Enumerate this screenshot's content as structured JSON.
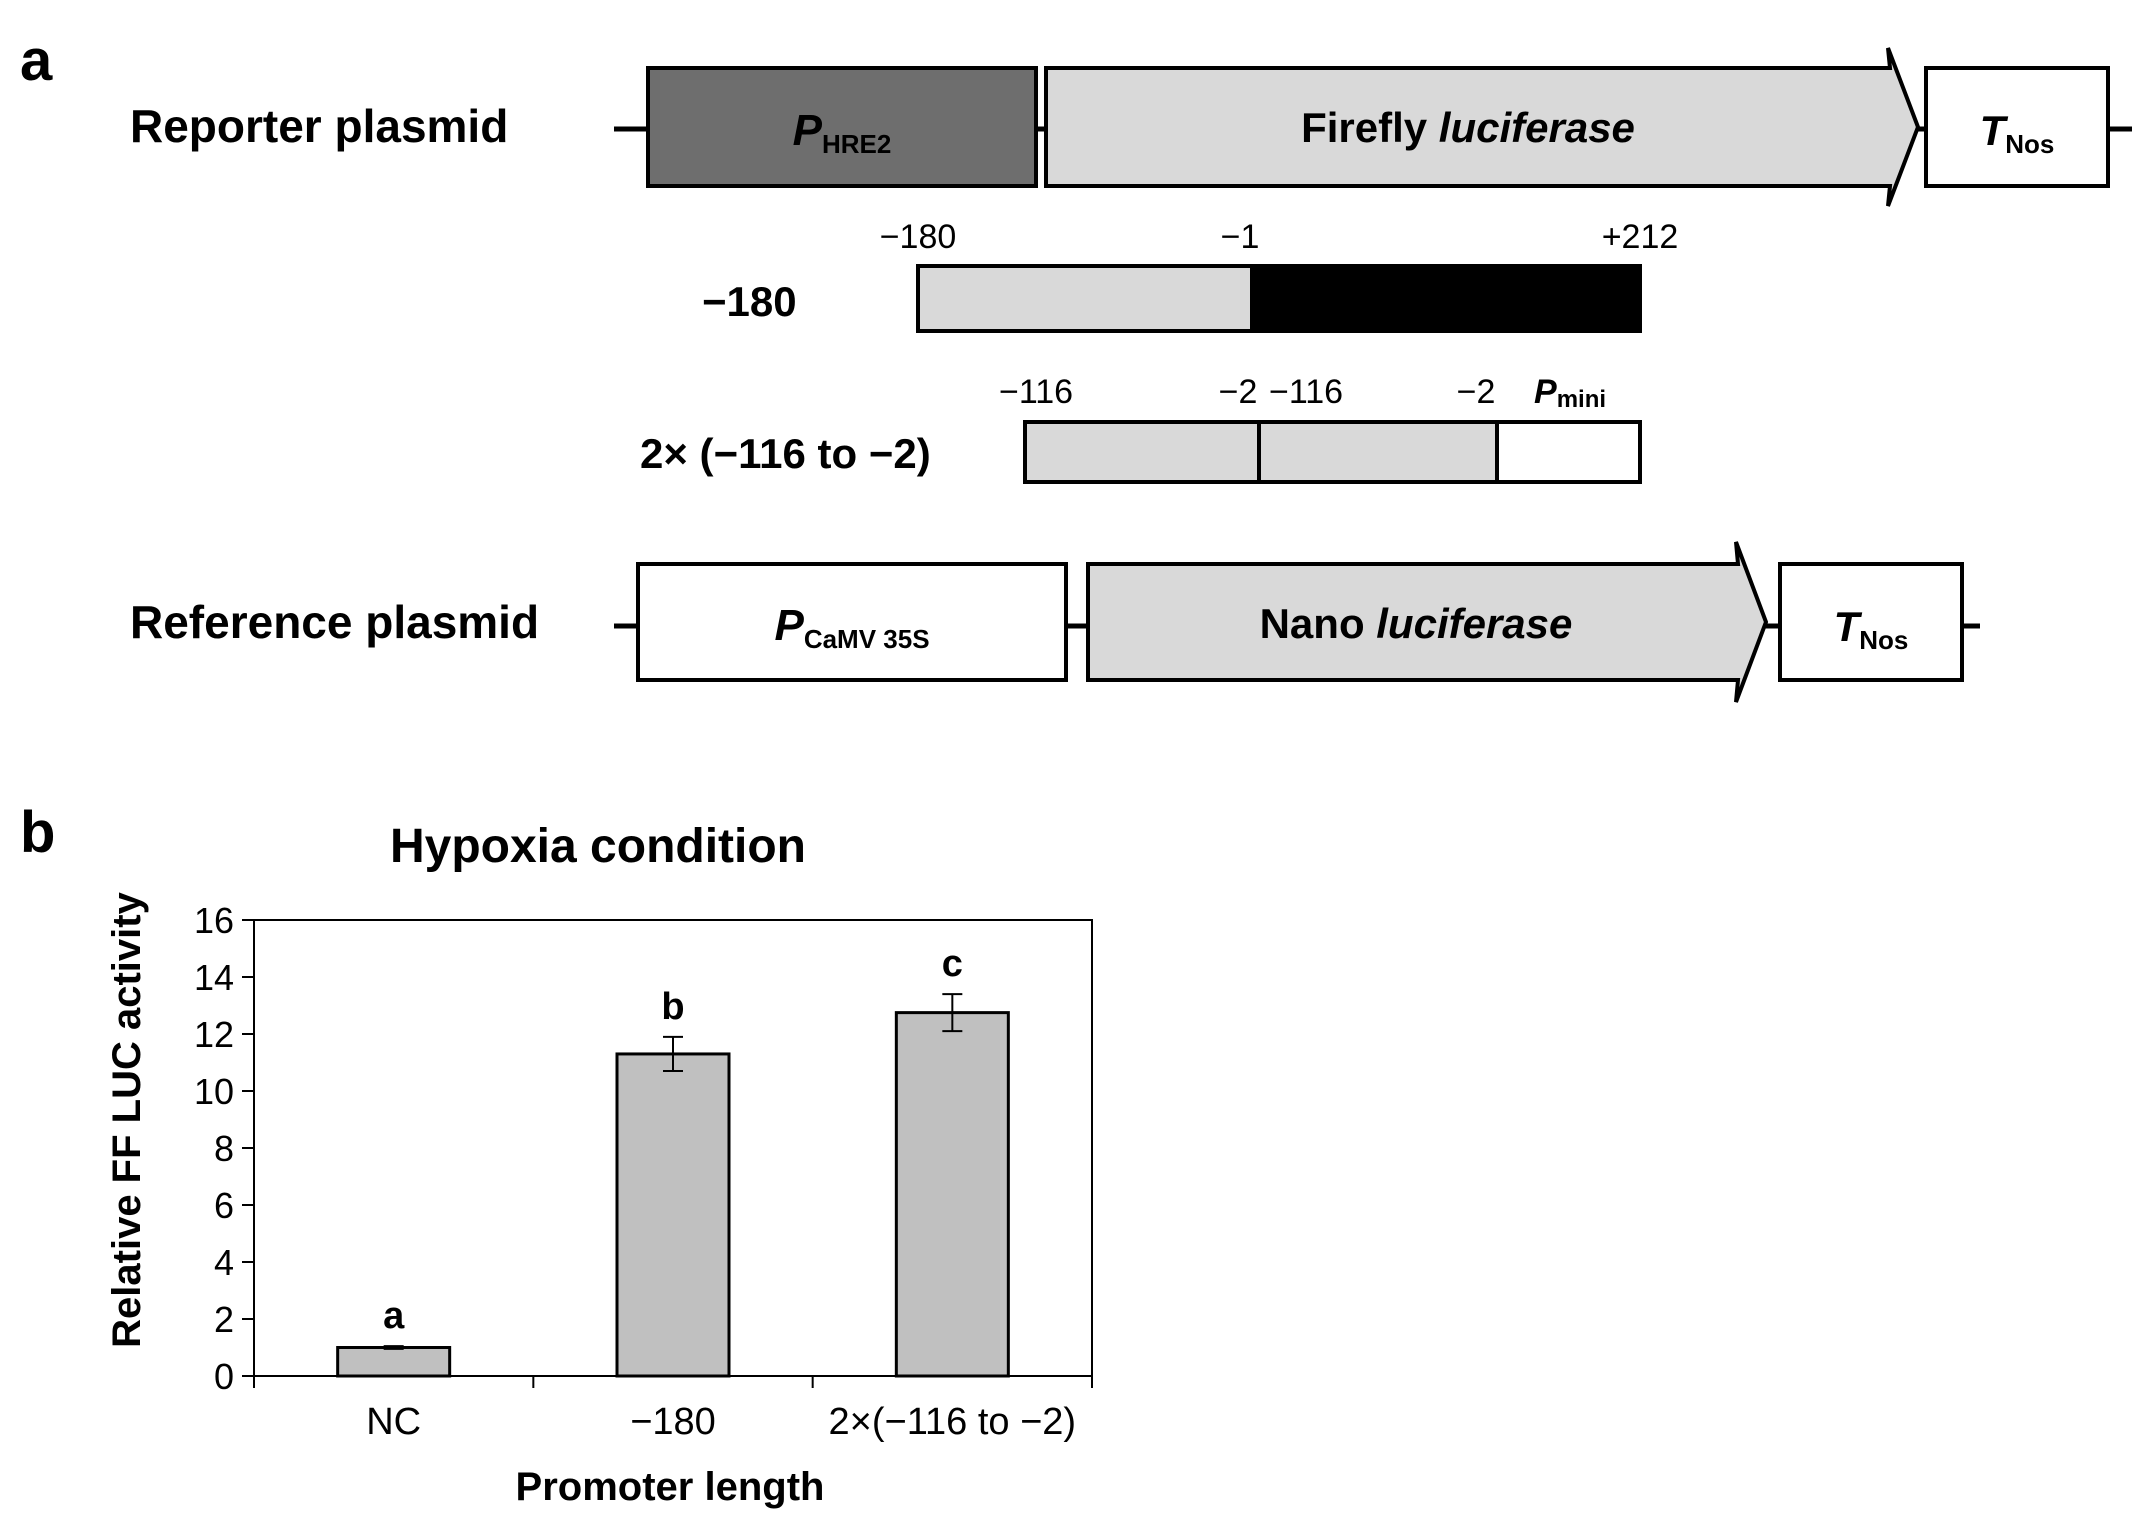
{
  "panel_a": {
    "label": "a",
    "reporter": {
      "title": "Reporter plasmid",
      "promoter": {
        "main": "P",
        "sub": "HRE2"
      },
      "gene": {
        "plain": "Firefly ",
        "italic": "luciferase"
      },
      "terminator": {
        "main": "T",
        "sub": "Nos"
      }
    },
    "construct1": {
      "label": "−180",
      "ticks": [
        "−180",
        "−1",
        "+212"
      ]
    },
    "construct2": {
      "label": "2× (−116 to −2)",
      "ticks": [
        "−116",
        "−2",
        "−116",
        "−2"
      ],
      "mini": {
        "main": "P",
        "sub": "mini"
      }
    },
    "reference": {
      "title": "Reference plasmid",
      "promoter": {
        "main": "P",
        "sub": "CaMV 35S"
      },
      "gene": {
        "plain": "Nano ",
        "italic": "luciferase"
      },
      "terminator": {
        "main": "T",
        "sub": "Nos"
      }
    }
  },
  "panel_b": {
    "label": "b"
  },
  "colors": {
    "dark_box": "#6e6e6e",
    "light_box": "#d9d9d9",
    "black_box": "#000000",
    "bar": "#c0c0c0"
  },
  "chart_data": {
    "type": "bar",
    "title": "Hypoxia condition",
    "xlabel": "Promoter length",
    "ylabel": "Relative FF LUC activity",
    "categories": [
      "NC",
      "−180",
      "2×(−116 to −2)"
    ],
    "values": [
      1.0,
      11.3,
      12.75
    ],
    "errors": [
      0.05,
      0.6,
      0.65
    ],
    "significance": [
      "a",
      "b",
      "c"
    ],
    "ylim": [
      0,
      16
    ],
    "yticks": [
      "0",
      "2",
      "4",
      "6",
      "8",
      "10",
      "12",
      "14",
      "16"
    ],
    "grid": false
  }
}
